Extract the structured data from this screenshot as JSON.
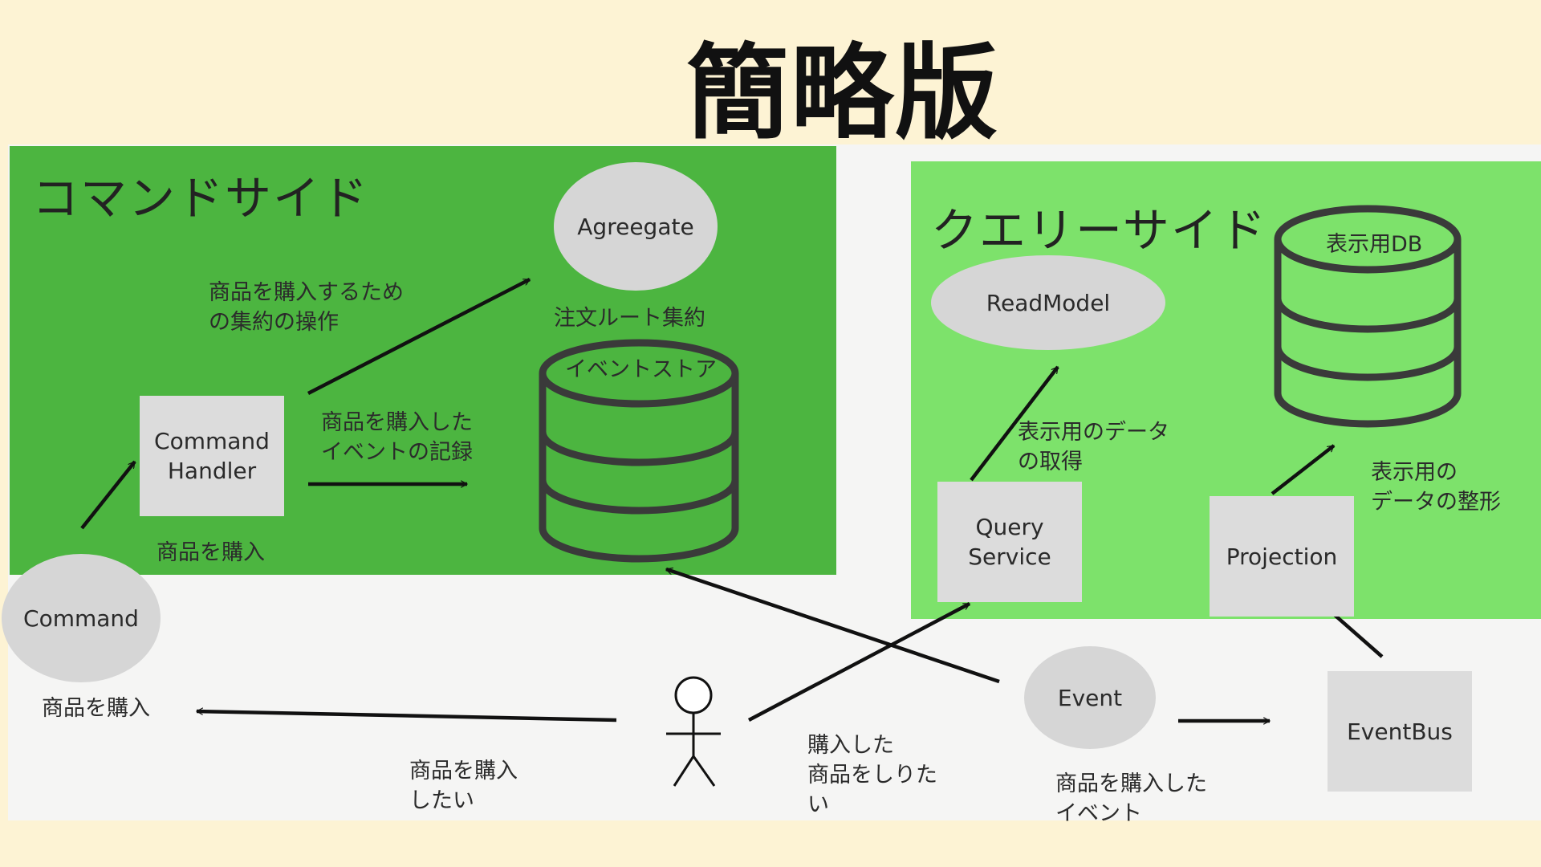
{
  "title": "簡略版",
  "command_side": {
    "title": "コマンドサイド",
    "aggregate": "Agreegate",
    "aggregate_caption": "注文ルート集約",
    "event_store": "イベントストア",
    "command_handler": "Command\nHandler",
    "aggregate_operation": "商品を購入するため\nの集約の操作",
    "event_record": "商品を購入した\nイベントの記録",
    "purchase": "商品を購入"
  },
  "query_side": {
    "title": "クエリーサイド",
    "display_db": "表示用DB",
    "read_model": "ReadModel",
    "query_service": "Query\nService",
    "projection": "Projection",
    "data_fetch": "表示用のデータ\nの取得",
    "data_shaping": "表示用の\nデータの整形"
  },
  "bottom": {
    "command": "Command",
    "purchase": "商品を購入",
    "want_to_buy": "商品を購入\nしたい",
    "want_to_know": "購入した\n商品をしりた\nい",
    "event": "Event",
    "event_caption": "商品を購入した\nイベント",
    "event_bus": "EventBus"
  },
  "colors": {
    "background": "#fdf3d4",
    "canvas": "#f5f5f4",
    "command_panel": "#4cb540",
    "query_panel": "#7de26b",
    "node_fill": "#dcdcdc",
    "ellipse_fill": "#d6d6d6",
    "db_stroke": "#3a3a3a"
  }
}
